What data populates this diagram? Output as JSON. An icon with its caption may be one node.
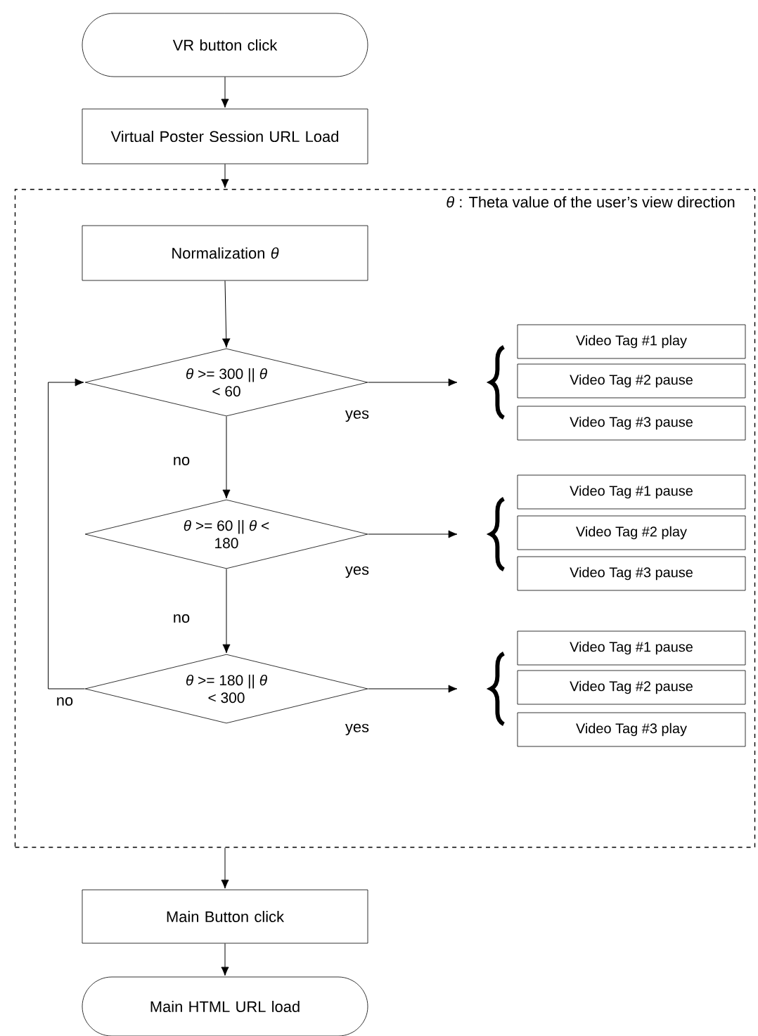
{
  "diagram": {
    "nodes": [
      {
        "text": [
          "VR button click"
        ]
      },
      {
        "text": [
          "Virtual Poster Session URL Load"
        ]
      },
      {
        "text": [
          "*θ* : Theta value of the user’s view direction"
        ]
      },
      {
        "text": [
          "Normalization *θ*"
        ],
        "in": 2
      },
      {
        "text": [
          "*θ* >= 300 || *θ* < 60"
        ],
        "in": 2
      },
      {
        "text": [],
        "shape": "brace",
        "in": 2
      },
      {
        "text": [
          "Video Tag #1 play"
        ],
        "in": 2
      },
      {
        "text": [
          "Video Tag #2 pause"
        ],
        "in": 2
      },
      {
        "text": [
          "Video Tag #3 pause"
        ],
        "in": 2
      },
      {
        "text": [
          "*θ* >= 60 || *θ* < 180"
        ],
        "in": 2
      },
      {
        "text": [],
        "shape": "brace",
        "in": 2
      },
      {
        "text": [
          "Video Tag #1 pause"
        ],
        "in": 2
      },
      {
        "text": [
          "Video Tag #2 play"
        ],
        "in": 2
      },
      {
        "text": [
          "Video Tag #3 pause"
        ],
        "in": 2
      },
      {
        "text": [
          "*θ* >= 180 || *θ* < 300"
        ],
        "in": 2
      },
      {
        "text": [],
        "shape": "brace",
        "in": 2
      },
      {
        "text": [
          "Video Tag #1 pause"
        ],
        "in": 2
      },
      {
        "text": [
          "Video Tag #2 pause"
        ],
        "in": 2
      },
      {
        "text": [
          "Video Tag #3 play"
        ],
        "in": 2
      },
      {
        "text": [
          "Main Button click"
        ]
      },
      {
        "text": [
          "Main HTML URL load"
        ]
      }
    ],
    "edges": [
      {
        "from": 0,
        "to": 1,
        "arrow": "to"
      },
      {
        "from": 1,
        "to": 2,
        "arrow": "to"
      },
      {
        "from": 3,
        "to": 4,
        "arrow": "to"
      },
      {
        "from": 4,
        "to": 5,
        "arrow": "to",
        "label": "yes"
      },
      {
        "from": 4,
        "to": 9,
        "arrow": "to",
        "label": "no"
      },
      {
        "from": 9,
        "to": 10,
        "arrow": "to",
        "label": "yes"
      },
      {
        "from": 9,
        "to": 14,
        "arrow": "to",
        "label": "no"
      },
      {
        "from": 14,
        "to": 15,
        "arrow": "to",
        "label": "yes"
      },
      {
        "from": 14,
        "to": 4,
        "arrow": "to",
        "label": "no"
      },
      {
        "from": 2,
        "to": 19,
        "arrow": "to"
      },
      {
        "from": 19,
        "to": 20,
        "arrow": "to"
      }
    ]
  }
}
